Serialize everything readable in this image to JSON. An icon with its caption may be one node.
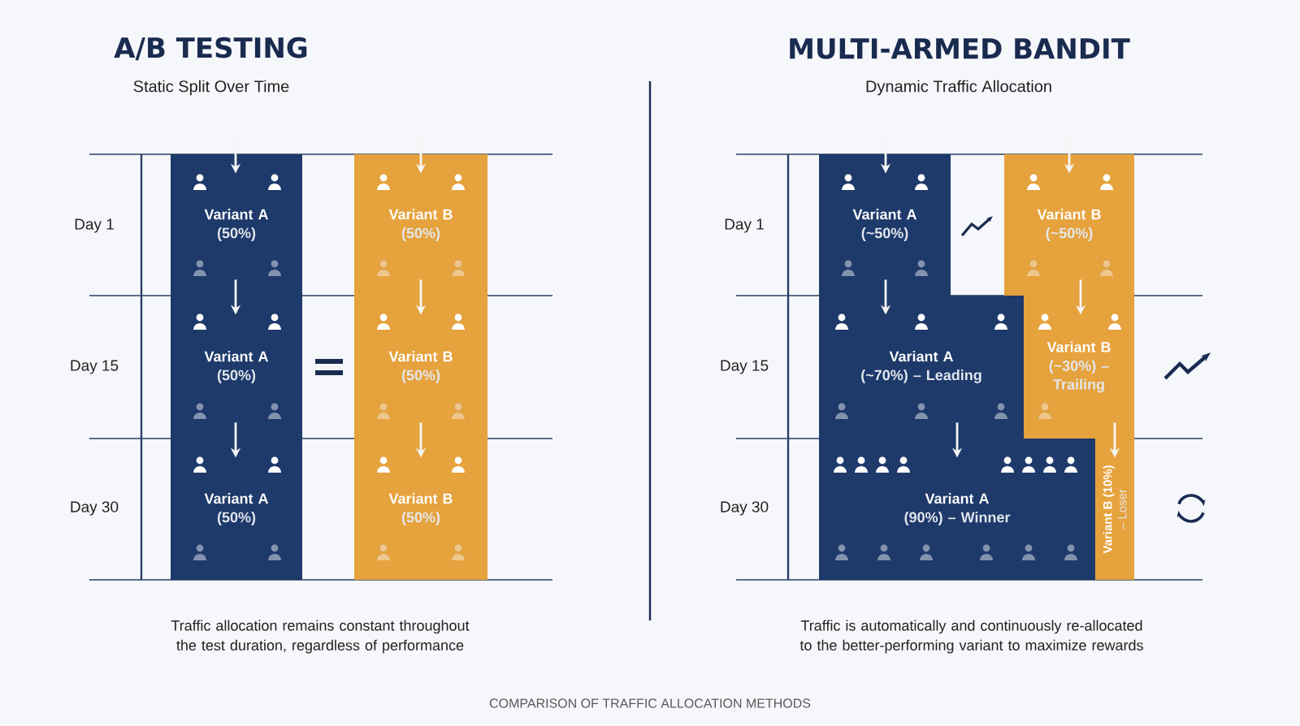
{
  "diagram": {
    "caption": "COMPARISON OF TRAFFIC ALLOCATION METHODS",
    "nodes": [
      {
        "text": [
          "Variant A",
          "(50%)"
        ]
      },
      {
        "text": [
          "Variant B",
          "(50%)"
        ]
      },
      {
        "text": [
          "Variant A",
          "(50%)"
        ]
      },
      {
        "text": [
          "Variant B",
          "(50%)"
        ]
      },
      {
        "text": [
          "Variant A",
          "(50%)"
        ]
      },
      {
        "text": [
          "Variant B",
          "(50%)"
        ]
      },
      {
        "text": [
          "Variant A",
          "(~50%)"
        ]
      },
      {
        "text": [
          "Variant B",
          "(~50%)"
        ]
      },
      {
        "text": [
          "Variant A",
          "(~70%) – Leading"
        ]
      },
      {
        "text": [
          "Variant B",
          "(~30%) – Trailing"
        ]
      },
      {
        "text": [
          "Variant A",
          "(90%) – Winner"
        ]
      },
      {
        "text": [
          "Variant B (10%)",
          "– Loser"
        ]
      }
    ],
    "edges": [
      {
        "from": null,
        "to": 0,
        "arrow": "to"
      },
      {
        "from": null,
        "to": 1,
        "arrow": "to"
      },
      {
        "from": 0,
        "to": 2,
        "arrow": "to"
      },
      {
        "from": 1,
        "to": 3,
        "arrow": "to"
      },
      {
        "from": 2,
        "to": 4,
        "arrow": "to"
      },
      {
        "from": 3,
        "to": 5,
        "arrow": "to"
      },
      {
        "from": null,
        "to": 6,
        "arrow": "to"
      },
      {
        "from": null,
        "to": 7,
        "arrow": "to"
      },
      {
        "from": 6,
        "to": 8,
        "arrow": "to"
      },
      {
        "from": 7,
        "to": 9,
        "arrow": "to"
      },
      {
        "from": 8,
        "to": 10,
        "arrow": "to"
      },
      {
        "from": 9,
        "to": 11,
        "arrow": "to"
      }
    ],
    "labels": [
      "A/B TESTING",
      "Static Split Over Time",
      "MULTI-ARMED BANDIT",
      "Dynamic Traffic Allocation",
      "Day 1",
      "Day 15",
      "Day 30",
      "Day 1",
      "Day 15",
      "Day 30",
      "Traffic allocation remains constant throughout the test duration, regardless of performance",
      "Traffic is automatically and continuously re-allocated to the better-performing variant to maximize rewards"
    ]
  }
}
